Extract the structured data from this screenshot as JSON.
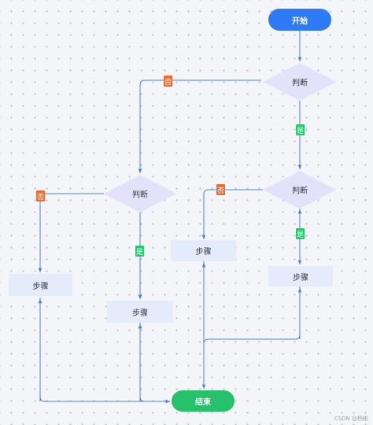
{
  "nodes": {
    "start": "开始",
    "end": "结束",
    "decision_top": "判断",
    "decision_middle_right": "判断",
    "decision_left": "判断",
    "step_left": "步骤",
    "step_center_left": "步骤",
    "step_center": "步骤",
    "step_right": "步骤"
  },
  "edge_labels": {
    "no_top": "否",
    "yes_top": "是",
    "no_right": "否",
    "yes_right": "是",
    "no_left": "否",
    "yes_left": "是"
  },
  "watermark": "CSDN @杨彬",
  "colors": {
    "start_fill": "#2f7bf5",
    "end_fill": "#26c26b",
    "decision_fill": "#e3e2fb",
    "step_fill": "#e4ecfb",
    "connector": "#4a83e6",
    "no_tag": "#f06a2a",
    "yes_tag": "#2ec56f"
  }
}
